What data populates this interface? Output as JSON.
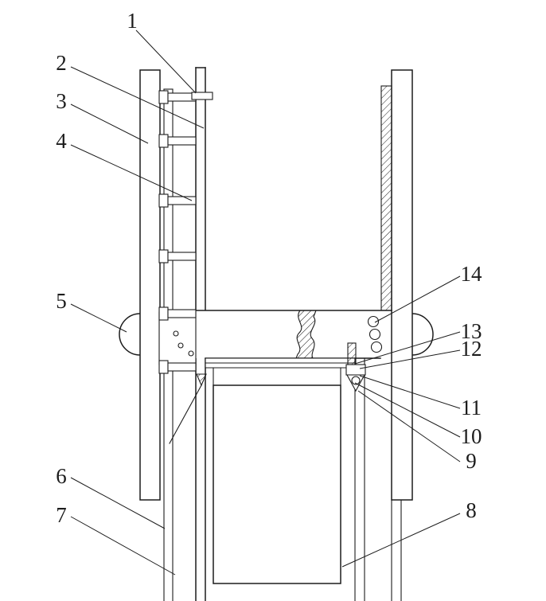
{
  "figure": {
    "type": "patent-line-drawing",
    "background": "#ffffff",
    "ink": "#1c1c1c",
    "labels": [
      "1",
      "2",
      "3",
      "4",
      "5",
      "6",
      "7",
      "8",
      "9",
      "10",
      "11",
      "12",
      "13",
      "14"
    ]
  }
}
